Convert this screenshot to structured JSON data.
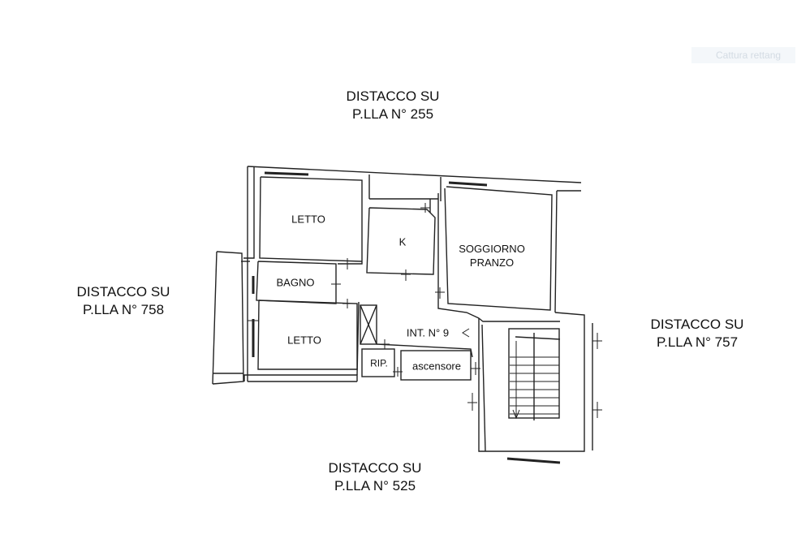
{
  "boundaries": {
    "north": {
      "line1": "DISTACCO SU",
      "line2": "P.LLA N° 255"
    },
    "west": {
      "line1": "DISTACCO SU",
      "line2": "P.LLA N° 758"
    },
    "east": {
      "line1": "DISTACCO SU",
      "line2": "P.LLA N° 757"
    },
    "south": {
      "line1": "DISTACCO SU",
      "line2": "P.LLA N° 525"
    }
  },
  "rooms": {
    "letto_top": "LETTO",
    "kitchen": "K",
    "soggiorno_line1": "SOGGIORNO",
    "soggiorno_line2": "PRANZO",
    "bagno": "BAGNO",
    "letto_bottom": "LETTO",
    "interno": "INT. N° 9",
    "ripostiglio": "RIP.",
    "ascensore": "ascensore"
  },
  "overlay_text": "Cattura rettang"
}
